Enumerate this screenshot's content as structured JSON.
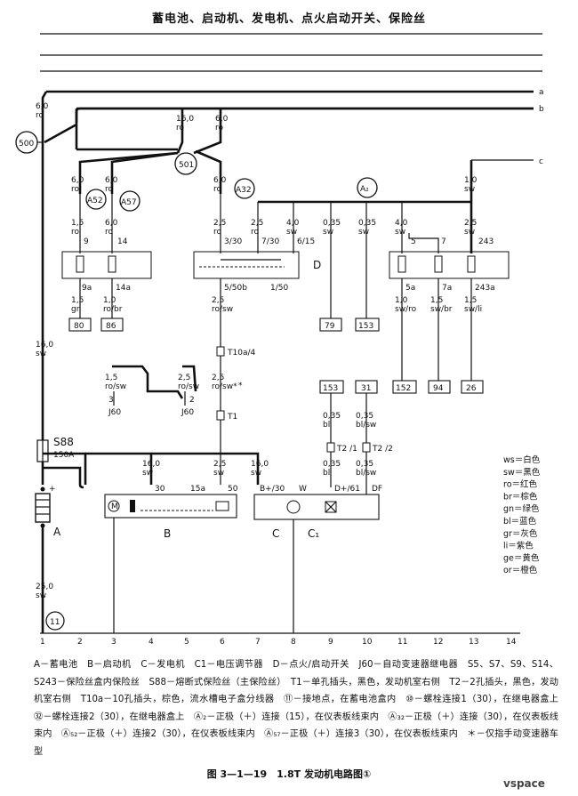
{
  "title": "蓄电池、启动机、发电机、点火启动开关、保险丝",
  "rails": {
    "a": "a",
    "b": "b",
    "c": "c"
  },
  "bottom_numbers": [
    "1",
    "2",
    "3",
    "4",
    "5",
    "6",
    "7",
    "8",
    "9",
    "10",
    "11",
    "12",
    "13",
    "14"
  ],
  "components": {
    "A": "A",
    "B": "B",
    "C": "C",
    "C1": "C₁",
    "D": "D",
    "J60": "J60",
    "J2": "2",
    "J3": "3"
  },
  "circles": {
    "c500": "500",
    "c501": "501",
    "A52": "A52",
    "A57": "A57",
    "A32": "A32",
    "A2": "A₂",
    "c11": "11"
  },
  "wires": [
    {
      "id": "w1",
      "size": "6,0",
      "color": "ro"
    },
    {
      "id": "w2",
      "size": "16,0",
      "color": "ro"
    },
    {
      "id": "w3",
      "size": "6,0",
      "color": "ro"
    },
    {
      "id": "w4",
      "size": "6,0",
      "color": "ro"
    },
    {
      "id": "w5",
      "size": "6,0",
      "color": "ro"
    },
    {
      "id": "w6",
      "size": "6,0",
      "color": "ro"
    },
    {
      "id": "w7",
      "size": "1,0",
      "color": "sw"
    },
    {
      "id": "w8",
      "size": "1,5",
      "color": "ro"
    },
    {
      "id": "w9",
      "size": "6,0",
      "color": "ro"
    },
    {
      "id": "w10",
      "size": "2,5",
      "color": "ro"
    },
    {
      "id": "w11",
      "size": "2,5",
      "color": "ro"
    },
    {
      "id": "w12",
      "size": "4,0",
      "color": "sw"
    },
    {
      "id": "w13",
      "size": "0,35",
      "color": "sw"
    },
    {
      "id": "w14",
      "size": "0,35",
      "color": "sw"
    },
    {
      "id": "w15",
      "size": "4,0",
      "color": "sw"
    },
    {
      "id": "w16",
      "size": "2,5",
      "color": "sw"
    },
    {
      "id": "w17",
      "size": "1,5",
      "color": "gr"
    },
    {
      "id": "w18",
      "size": "1,0",
      "color": "ro/br"
    },
    {
      "id": "w19",
      "size": "2,5",
      "color": "ro/sw"
    },
    {
      "id": "w20",
      "size": "1,0",
      "color": "sw/ro"
    },
    {
      "id": "w21",
      "size": "1,5",
      "color": "sw/br"
    },
    {
      "id": "w22",
      "size": "1,5",
      "color": "sw/li"
    },
    {
      "id": "w23",
      "size": "16,0",
      "color": "sw"
    },
    {
      "id": "w24",
      "size": "1,5",
      "color": "ro/sw"
    },
    {
      "id": "w25",
      "size": "2,5",
      "color": "ro/sw"
    },
    {
      "id": "w26",
      "size": "2,5",
      "color": "ro/sw*"
    },
    {
      "id": "w27",
      "size": "0,35",
      "color": "bl"
    },
    {
      "id": "w28",
      "size": "0,35",
      "color": "bl/sw"
    },
    {
      "id": "w29",
      "size": "16,0",
      "color": "sw"
    },
    {
      "id": "w30",
      "size": "2,5",
      "color": "sw"
    },
    {
      "id": "w31",
      "size": "16,0",
      "color": "sw"
    },
    {
      "id": "w32",
      "size": "0,35",
      "color": "bl"
    },
    {
      "id": "w33",
      "size": "0,35",
      "color": "bl/sw"
    },
    {
      "id": "w34",
      "size": "25,0",
      "color": "sw"
    },
    {
      "id": "w35",
      "size": "1,5",
      "color": "ro/sw"
    }
  ],
  "pins": {
    "p9": "9",
    "p14": "14",
    "p9a": "9a",
    "p14a": "14a",
    "p330": "3/30",
    "p730": "7/30",
    "p615": "6/15",
    "p550b": "5/50b",
    "p150": "1/50",
    "p5": "5",
    "p7": "7",
    "p243": "243",
    "p5a": "5a",
    "p7a": "7a",
    "p243a": "243a",
    "t10": "T10a/4",
    "t1": "T1",
    "t2a": "T2 /1",
    "t2b": "T2 /2",
    "p30": "30",
    "p15a": "15a",
    "p50": "50",
    "bp30": "B+/30",
    "w": "W",
    "dp61": "D+/61",
    "df": "DF",
    "s88": "S88",
    "a150": "150A",
    "star": "*",
    "plus": "+"
  },
  "boxes": {
    "b80": "80",
    "b86": "86",
    "b79": "79",
    "b153": "153",
    "b152": "152",
    "b94": "94",
    "b26": "26",
    "b153b": "153",
    "b31": "31"
  },
  "color_legend": [
    "ws＝白色",
    "sw＝黑色",
    "ro＝红色",
    "br＝棕色",
    "gn＝绿色",
    "bl＝蓝色",
    "gr＝灰色",
    "li＝紫色",
    "ge＝黄色",
    "or＝橙色"
  ],
  "legend_text": "A－蓄电池　B－启动机　C－发电机　C1－电压调节器　D－点火/启动开关　J60－自动变速器继电器　S5、S7、S9、S14、S243－保险丝盒内保险丝　S88－熔断式保险丝（主保险丝）　T1－单孔插头，黑色，发动机室右侧　T2－2孔插头，黑色，发动机室右侧　T10a－10孔插头，棕色，流水槽电子盒分线器　⑪－接地点，在蓄电池盒内　⑩－螺栓连接1（30），在继电器盒上　㉜－螺栓连接2（30），在继电器盒上　Ⓐ₂－正极（＋）连接（15），在仪表板线束内　Ⓐ₃₂－正极（＋）连接（30），在仪表板线束内　Ⓐ₅₂－正极（＋）连接2（30），在仪表板线束内　Ⓐ₅₇－正极（＋）连接3（30），在仪表板线束内　＊－仅指手动变速器车型",
  "caption": "图 3—1—19　1.8T 发动机电路图①",
  "watermark": "vspace"
}
